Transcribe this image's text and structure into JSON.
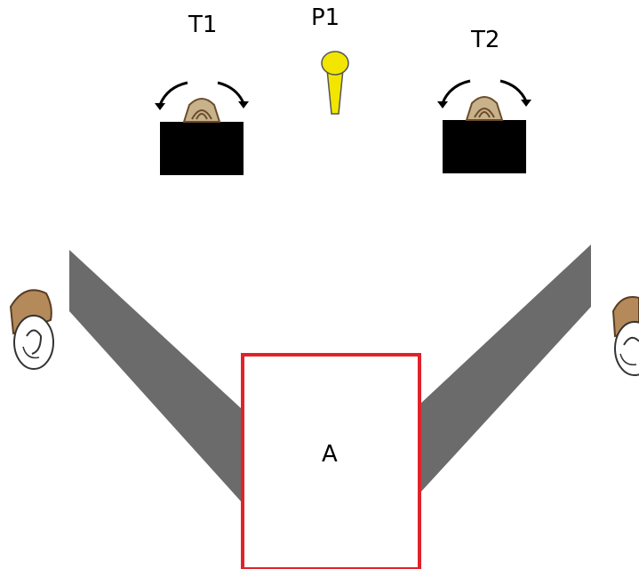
{
  "labels": {
    "t1": "T1",
    "p1": "P1",
    "t2": "T2",
    "area": "A"
  },
  "colors": {
    "panel": "#6b6b6b",
    "box_border": "#e0232b",
    "desk": "#000000",
    "microphone": "#f2e600",
    "person_hair": "#b58a5a"
  }
}
